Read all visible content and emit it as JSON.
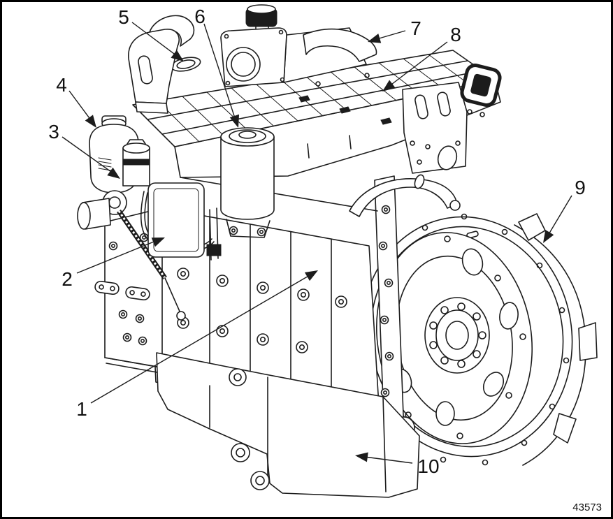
{
  "figure": {
    "drawing_number": "43573"
  },
  "colors": {
    "line_color": "#1c1c1c",
    "background": "#ffffff"
  },
  "callouts": [
    {
      "label": "1"
    },
    {
      "label": "2"
    },
    {
      "label": "3"
    },
    {
      "label": "4"
    },
    {
      "label": "5"
    },
    {
      "label": "6"
    },
    {
      "label": "7"
    },
    {
      "label": "8"
    },
    {
      "label": "9"
    },
    {
      "label": "10"
    }
  ]
}
